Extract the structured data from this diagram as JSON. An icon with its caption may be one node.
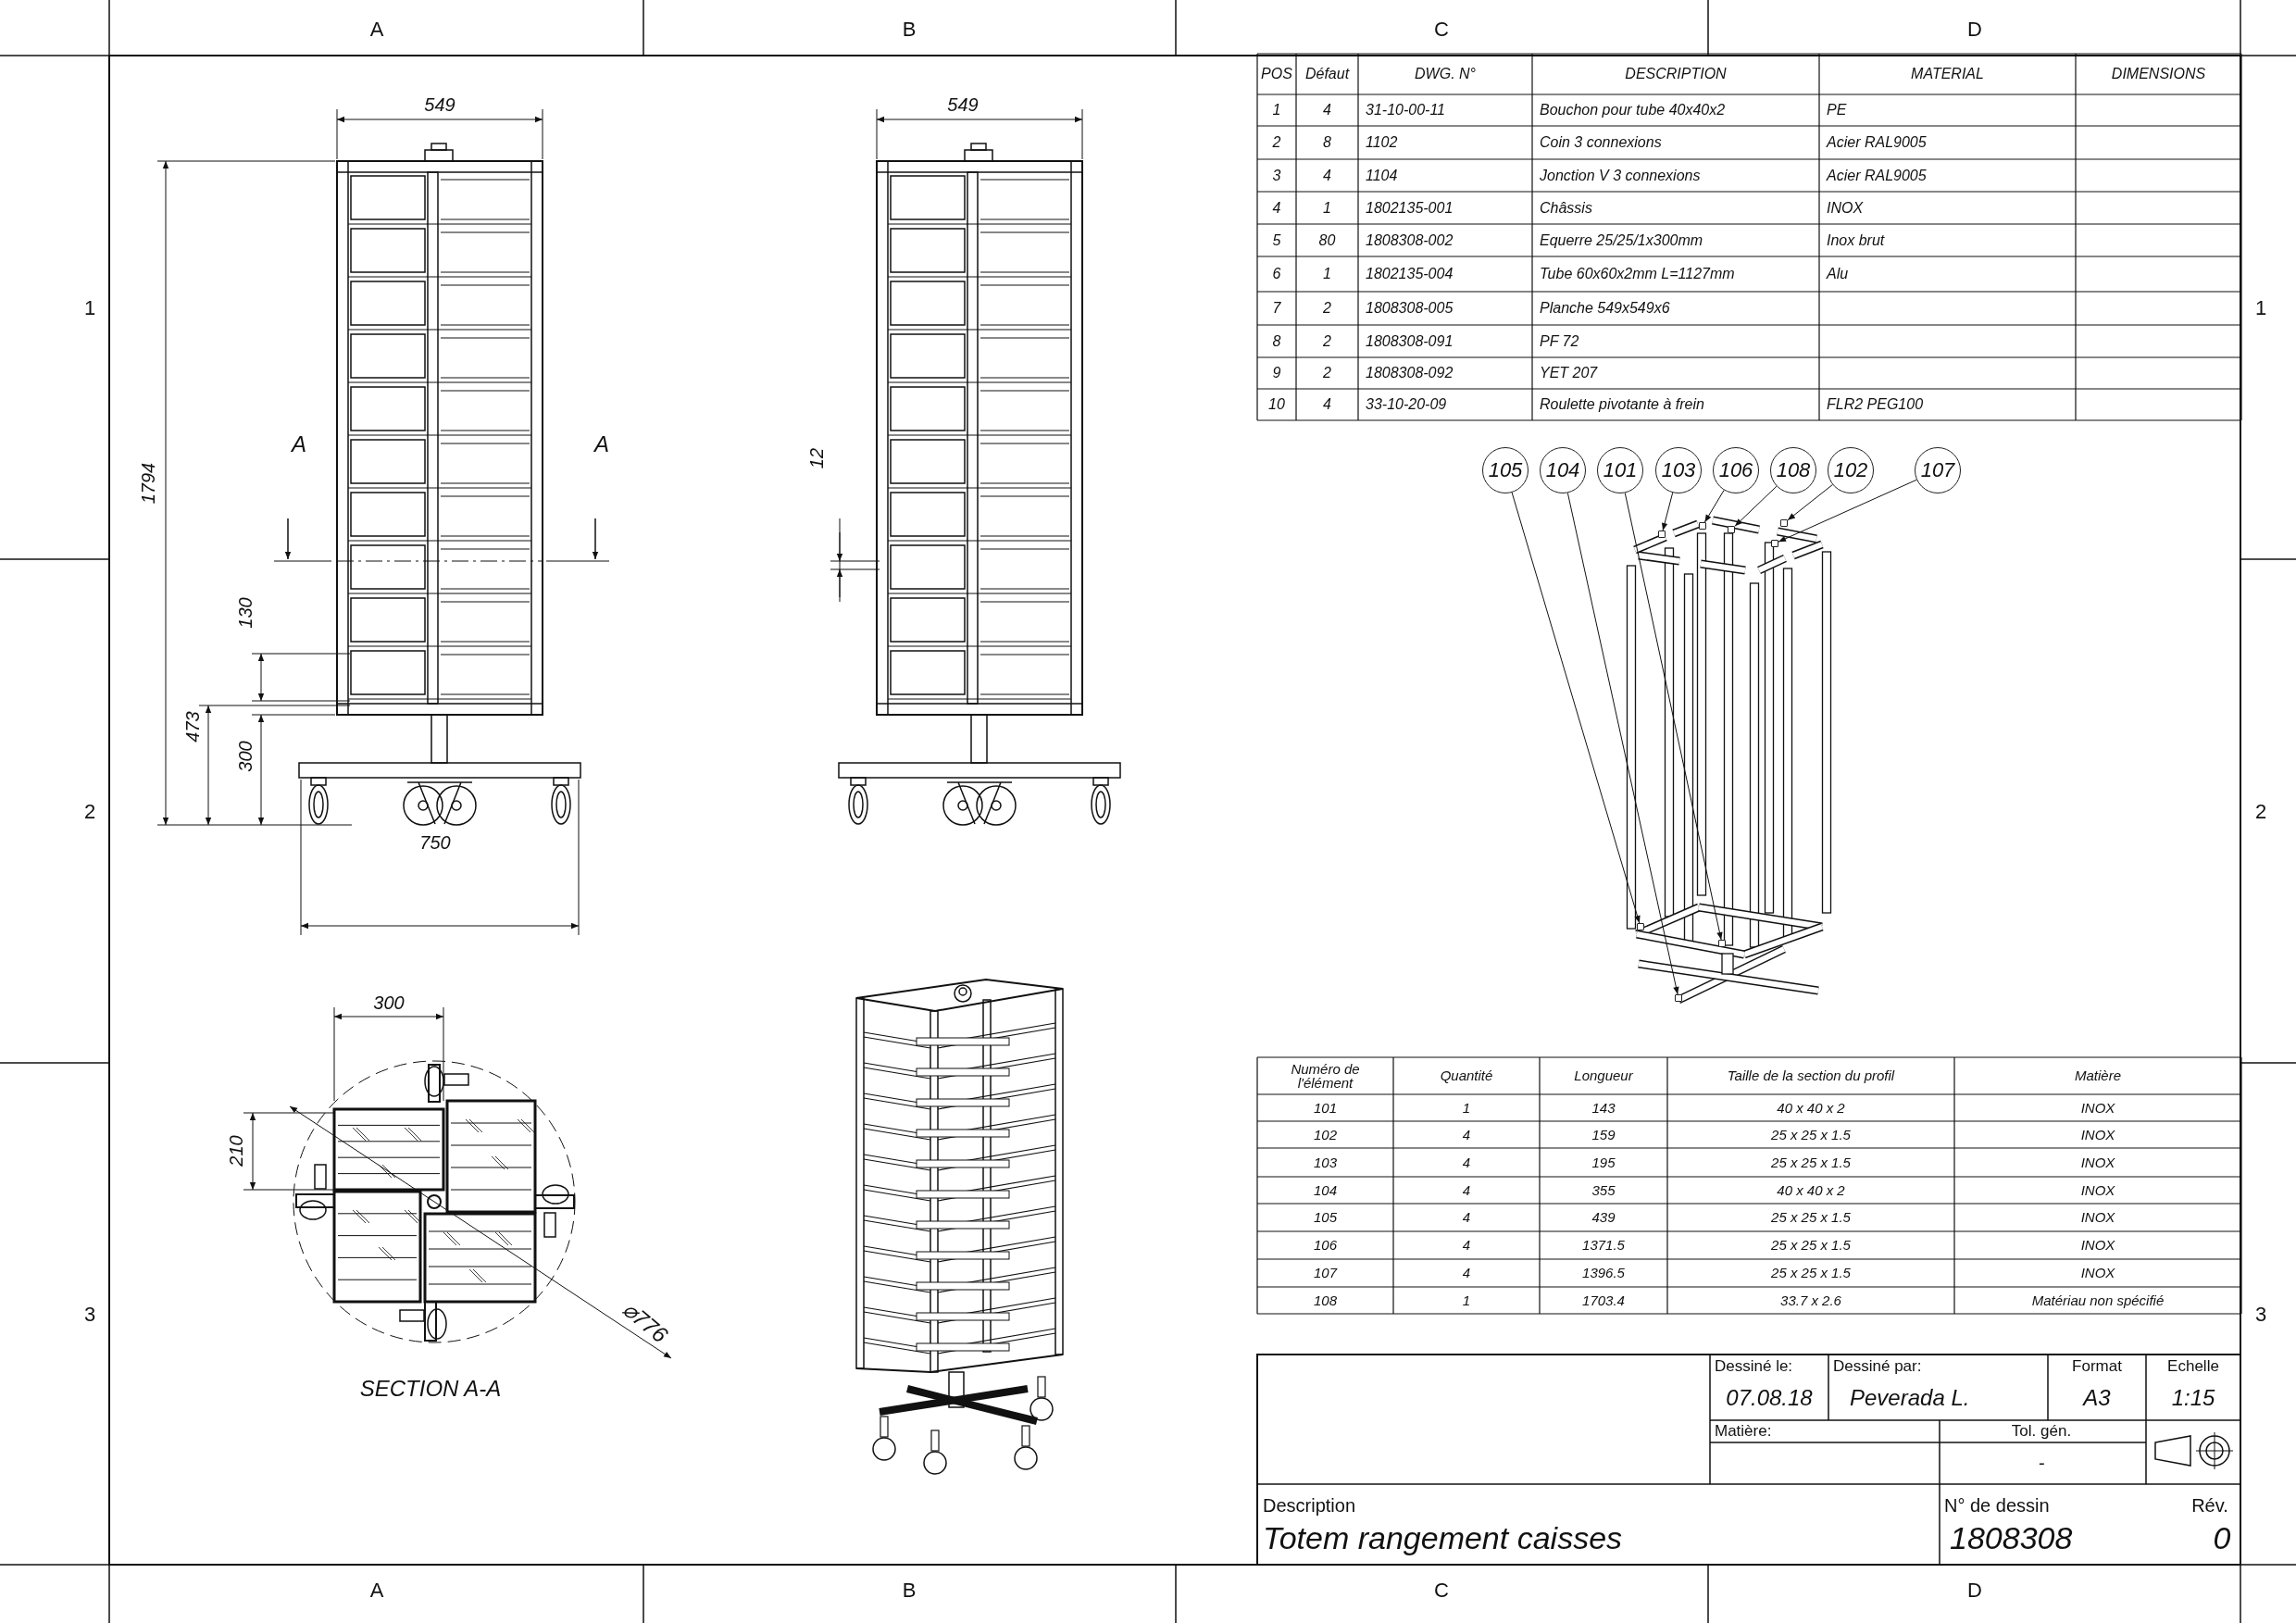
{
  "diagram": {
    "nodes": [
      {
        "text": [
          "105"
        ]
      },
      {
        "text": [
          "104"
        ]
      },
      {
        "text": [
          "101"
        ]
      },
      {
        "text": [
          "103"
        ]
      },
      {
        "text": [
          "106"
        ]
      },
      {
        "text": [
          "108"
        ]
      },
      {
        "text": [
          "102"
        ]
      },
      {
        "text": [
          "107"
        ]
      },
      {
        "text": [],
        "shape": "bar"
      },
      {
        "text": [],
        "shape": "bar"
      },
      {
        "text": [],
        "shape": "bar"
      },
      {
        "text": [],
        "shape": "bar"
      },
      {
        "text": [],
        "shape": "bar"
      },
      {
        "text": [],
        "shape": "bar"
      },
      {
        "text": [],
        "shape": "bar"
      },
      {
        "text": [],
        "shape": "bar"
      }
    ],
    "edges": [
      {
        "from": 0,
        "to": 8,
        "arrow": "to"
      },
      {
        "from": 1,
        "to": 10,
        "arrow": "to"
      },
      {
        "from": 2,
        "to": 12,
        "arrow": "to"
      },
      {
        "from": 3,
        "to": 9,
        "arrow": "to"
      },
      {
        "from": 4,
        "to": 11,
        "arrow": "to"
      },
      {
        "from": 5,
        "to": 13,
        "arrow": "to"
      },
      {
        "from": 6,
        "to": 15,
        "arrow": "to"
      },
      {
        "from": 7,
        "to": 14,
        "arrow": "to"
      }
    ],
    "labels": [
      "A",
      "B",
      "C",
      "D",
      "1",
      "1",
      "2",
      "2",
      "3",
      "3",
      "549",
      "1794",
      "A",
      "A",
      "130",
      "473",
      "300",
      "750",
      "549",
      "12",
      "300",
      "210",
      "⌀776",
      "SECTION A-A",
      "POS",
      "Défaut",
      "DWG. N°",
      "DESCRIPTION",
      "MATERIAL",
      "DIMENSIONS",
      "1",
      "4",
      "31-10-00-11",
      "Bouchon pour tube 40x40x2",
      "PE",
      "2",
      "8",
      "1102",
      "Coin 3 connexions",
      "Acier RAL9005",
      "3",
      "4",
      "1104",
      "Jonction V 3 connexions",
      "Acier RAL9005",
      "4",
      "1",
      "1802135-001",
      "Châssis",
      "INOX",
      "5",
      "80",
      "1808308-002",
      "Equerre 25/25/1x300mm",
      "Inox brut",
      "6",
      "1",
      "1802135-004",
      "Tube 60x60x2mm L=1127mm",
      "Alu",
      "7",
      "2",
      "1808308-005",
      "Planche 549x549x6",
      "8",
      "2",
      "1808308-091",
      "PF 72",
      "9",
      "2",
      "1808308-092",
      "YET 207",
      "10",
      "4",
      "33-10-20-09",
      "Roulette pivotante à frein",
      "FLR2 PEG100",
      "Numéro de l'élément",
      "Quantité",
      "Longueur",
      "Taille de la section du profil",
      "Matière",
      "101",
      "1",
      "143",
      "40 x 40 x 2",
      "INOX",
      "102",
      "4",
      "159",
      "25 x 25 x 1.5",
      "INOX",
      "103",
      "4",
      "195",
      "25 x 25 x 1.5",
      "INOX",
      "104",
      "4",
      "355",
      "40 x 40 x 2",
      "INOX",
      "105",
      "4",
      "439",
      "25 x 25 x 1.5",
      "INOX",
      "106",
      "4",
      "1371.5",
      "25 x 25 x 1.5",
      "INOX",
      "107",
      "4",
      "1396.5",
      "25 x 25 x 1.5",
      "INOX",
      "108",
      "1",
      "1703.4",
      "33.7 x 2.6",
      "Matériau non spécifié",
      "Dessiné le:",
      "Dessiné par:",
      "Format",
      "Echelle",
      "07.08.18",
      "Peverada L.",
      "A3",
      "1:15",
      "Matière:",
      "Tol. gén.",
      "-",
      "Description",
      "N° de dessin",
      "Rév.",
      "Totem rangement caisses",
      "1808308",
      "0",
      "A",
      "B",
      "C",
      "D"
    ]
  }
}
